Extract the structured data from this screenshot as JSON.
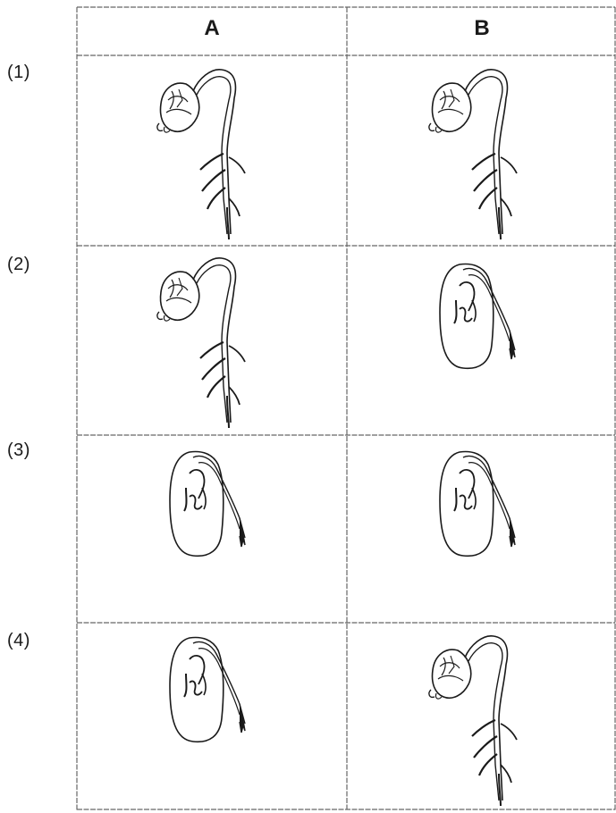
{
  "columns": [
    "A",
    "B"
  ],
  "rows": [
    {
      "label": "(1)",
      "A": "seedling",
      "B": "seedling"
    },
    {
      "label": "(2)",
      "A": "seedling",
      "B": "bean-seed"
    },
    {
      "label": "(3)",
      "A": "bean-seed",
      "B": "bean-seed"
    },
    {
      "label": "(4)",
      "A": "bean-seed",
      "B": "seedling"
    }
  ],
  "colors": {
    "line": "#555555",
    "ink": "#1a1a1a"
  }
}
